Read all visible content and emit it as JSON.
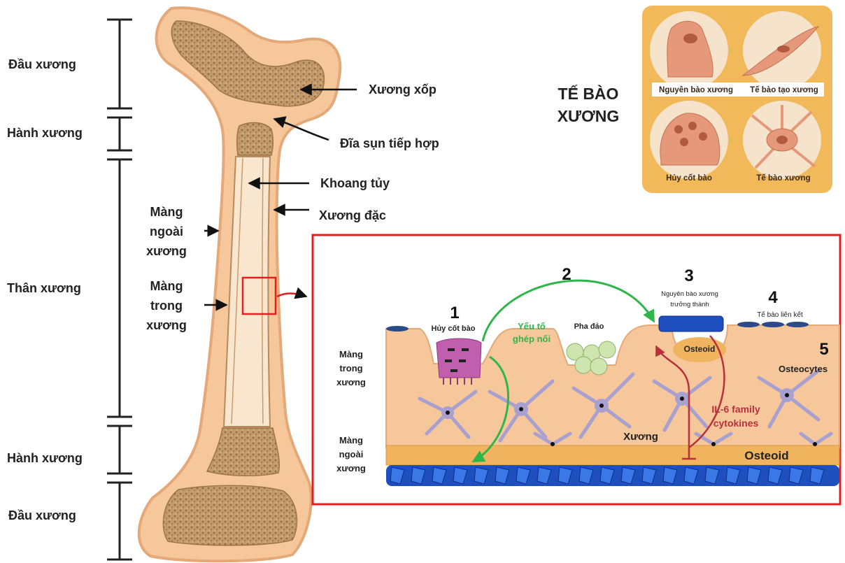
{
  "regions": {
    "dau_xuong_top": "Đầu xương",
    "hanh_xuong_top": "Hành xương",
    "than_xuong": "Thân xương",
    "hanh_xuong_bottom": "Hành xương",
    "dau_xuong_bottom": "Đầu xương"
  },
  "bone_labels": {
    "xuong_xop": "Xương xốp",
    "dia_sun": "Đĩa sụn tiếp hợp",
    "khoang_tuy": "Khoang tủy",
    "xuong_dac": "Xương đặc",
    "mang_ngoai": [
      "Màng",
      "ngoài",
      "xương"
    ],
    "mang_trong": [
      "Màng",
      "trong",
      "xương"
    ]
  },
  "cells_panel": {
    "title": [
      "TẾ BÀO",
      "XƯƠNG"
    ],
    "cells": [
      "Nguyên bào xương",
      "Tế bào tạo xương",
      "Hủy cốt bào",
      "Tế bào xương"
    ]
  },
  "detail": {
    "numbers": [
      "1",
      "2",
      "3",
      "4",
      "5"
    ],
    "huy_cot_bao": "Hủy cốt bào",
    "yeu_to": [
      "Yếu tố",
      "ghép nối"
    ],
    "pha_dao": "Pha đảo",
    "nguyen_bao": [
      "Nguyên bào xương",
      "trưởng thành"
    ],
    "te_bao_lien_ket": "Tế bào liên kết",
    "osteoid_top": "Osteoid",
    "osteocytes": "Osteocytes",
    "il6": [
      "IL-6 family",
      "cytokines"
    ],
    "xuong": "Xương",
    "osteoid_bottom": "Osteoid",
    "mang_trong": [
      "Màng",
      "trong",
      "xương"
    ],
    "mang_ngoai": [
      "Màng",
      "ngoài",
      "xương"
    ]
  },
  "colors": {
    "bone": "#f7c79c",
    "bone_edge": "#e5a878",
    "spongy": "#b88f64",
    "marrow": "#f9e6cf",
    "panel_bg": "#f1b95a",
    "detail_border": "#e02020",
    "green_arrow": "#2fb54a",
    "red_arrow": "#b8303a",
    "periosteum": "#1f4fbf"
  }
}
